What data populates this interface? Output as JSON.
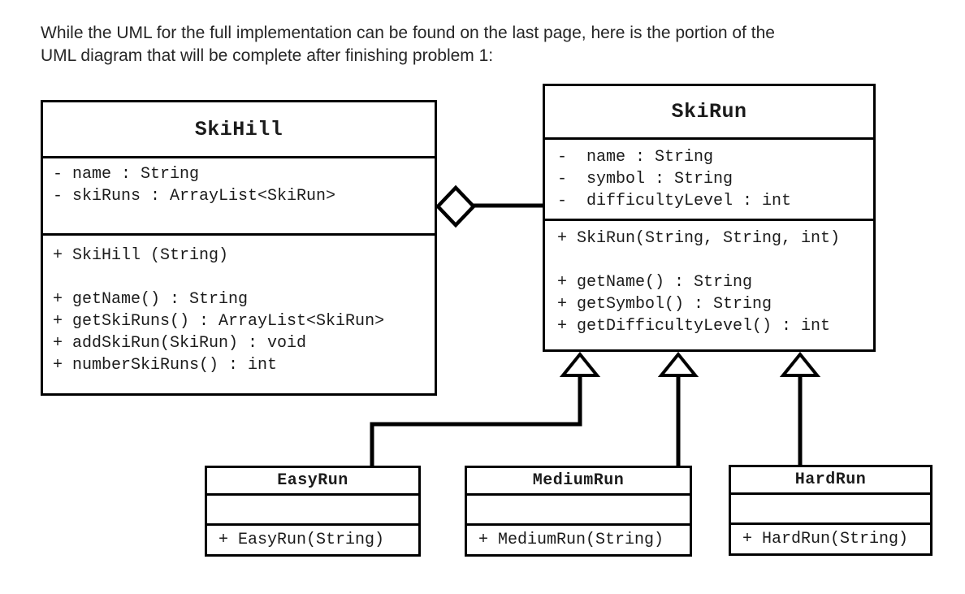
{
  "intro": {
    "line1": "While the UML for the full implementation can be found on the last page, here is the portion of the",
    "line2": "UML diagram that will be complete after finishing problem 1:"
  },
  "diagram": {
    "classes": {
      "skihill": {
        "name": "SkiHill",
        "attributes": [
          "- name : String",
          "- skiRuns : ArrayList<SkiRun>"
        ],
        "methods": [
          "+ SkiHill (String)",
          "",
          "+ getName() : String",
          "+ getSkiRuns() : ArrayList<SkiRun>",
          "+ addSkiRun(SkiRun) : void",
          "+ numberSkiRuns() : int"
        ]
      },
      "skirun": {
        "name": "SkiRun",
        "attributes": [
          "-  name : String",
          "-  symbol : String",
          "-  difficultyLevel : int"
        ],
        "methods": [
          "+ SkiRun(String, String, int)",
          "",
          "+ getName() : String",
          "+ getSymbol() : String",
          "+ getDifficultyLevel() : int"
        ]
      },
      "easyrun": {
        "name": "EasyRun",
        "attributes": [],
        "methods": [
          "+ EasyRun(String)"
        ]
      },
      "mediumrun": {
        "name": "MediumRun",
        "attributes": [],
        "methods": [
          "+ MediumRun(String)"
        ]
      },
      "hardrun": {
        "name": "HardRun",
        "attributes": [],
        "methods": [
          "+ HardRun(String)"
        ]
      }
    },
    "relationships": [
      {
        "type": "aggregation",
        "owner": "SkiHill",
        "part": "SkiRun",
        "marker": "hollow-diamond"
      },
      {
        "type": "inheritance",
        "child": "EasyRun",
        "parent": "SkiRun",
        "marker": "hollow-triangle"
      },
      {
        "type": "inheritance",
        "child": "MediumRun",
        "parent": "SkiRun",
        "marker": "hollow-triangle"
      },
      {
        "type": "inheritance",
        "child": "HardRun",
        "parent": "SkiRun",
        "marker": "hollow-triangle"
      }
    ],
    "colors": {
      "line": "#000000",
      "box_background": "#ffffff",
      "text": "#1b1b1b"
    }
  }
}
